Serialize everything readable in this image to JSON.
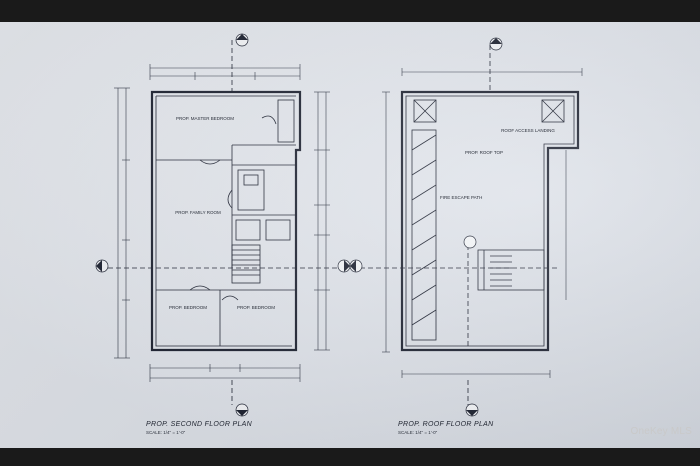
{
  "left_plan": {
    "title": "PROP. SECOND FLOOR PLAN",
    "scale": "SCALE: 1/4\" = 1'-0\"",
    "rooms": [
      {
        "name": "PROP. MASTER BEDROOM"
      },
      {
        "name": "PROP. FAMILY ROOM"
      },
      {
        "name": "PROP. BEDROOM"
      },
      {
        "name": "PROP. BEDROOM"
      }
    ]
  },
  "right_plan": {
    "title": "PROP. ROOF FLOOR PLAN",
    "scale": "SCALE: 1/4\" = 1'-0\"",
    "rooms": [
      {
        "name": "PROP. ROOF TOP"
      }
    ],
    "notes": [
      "FIRE ESCAPE PATH",
      "ROOF ACCESS LANDING"
    ]
  },
  "watermark": "OneKey MLS"
}
